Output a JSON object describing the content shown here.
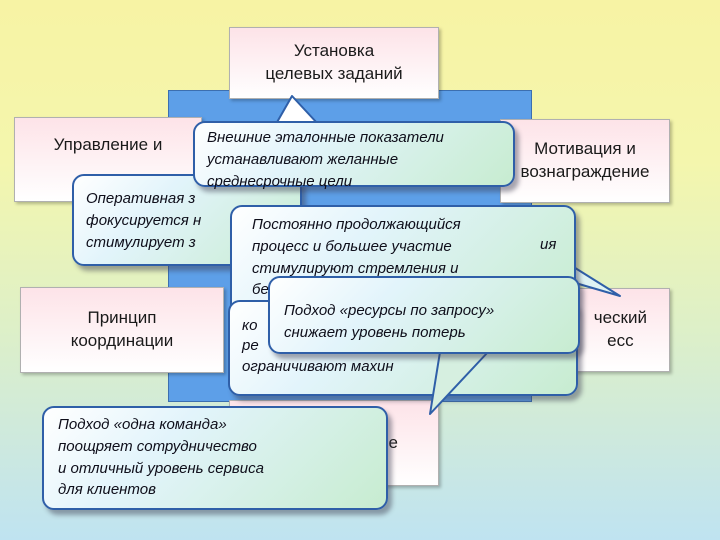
{
  "boxes": {
    "target_setting": "Установка\nцелевых заданий",
    "management": "Управление и",
    "motivation": "Мотивация и\nвознаграждение",
    "coordination": "Принцип\nкоординации",
    "process": "ческий\nесс",
    "bottom": "е"
  },
  "bubbles": {
    "external_benchmarks": "Внешние эталонные показатели\nустанавливают желанные\nсреднесрочные цели",
    "operational": "Оперативная з\nфокусируется н\nстимулирует з",
    "continuous_process": "Постоянно продолжающийся\nпроцесс и большее участие\nстимулируют стремления и\nбе",
    "resources_on_demand": "Подход «ресурсы по запросу»\nснижает уровень потерь",
    "hidden_fragment": "ко\nре\nограничивают махин",
    "one_team": "Подход «одна команда»\n поощряет сотрудничество\nи отличный уровень сервиса\nдля клиентов",
    "right_fragment": "ия"
  }
}
